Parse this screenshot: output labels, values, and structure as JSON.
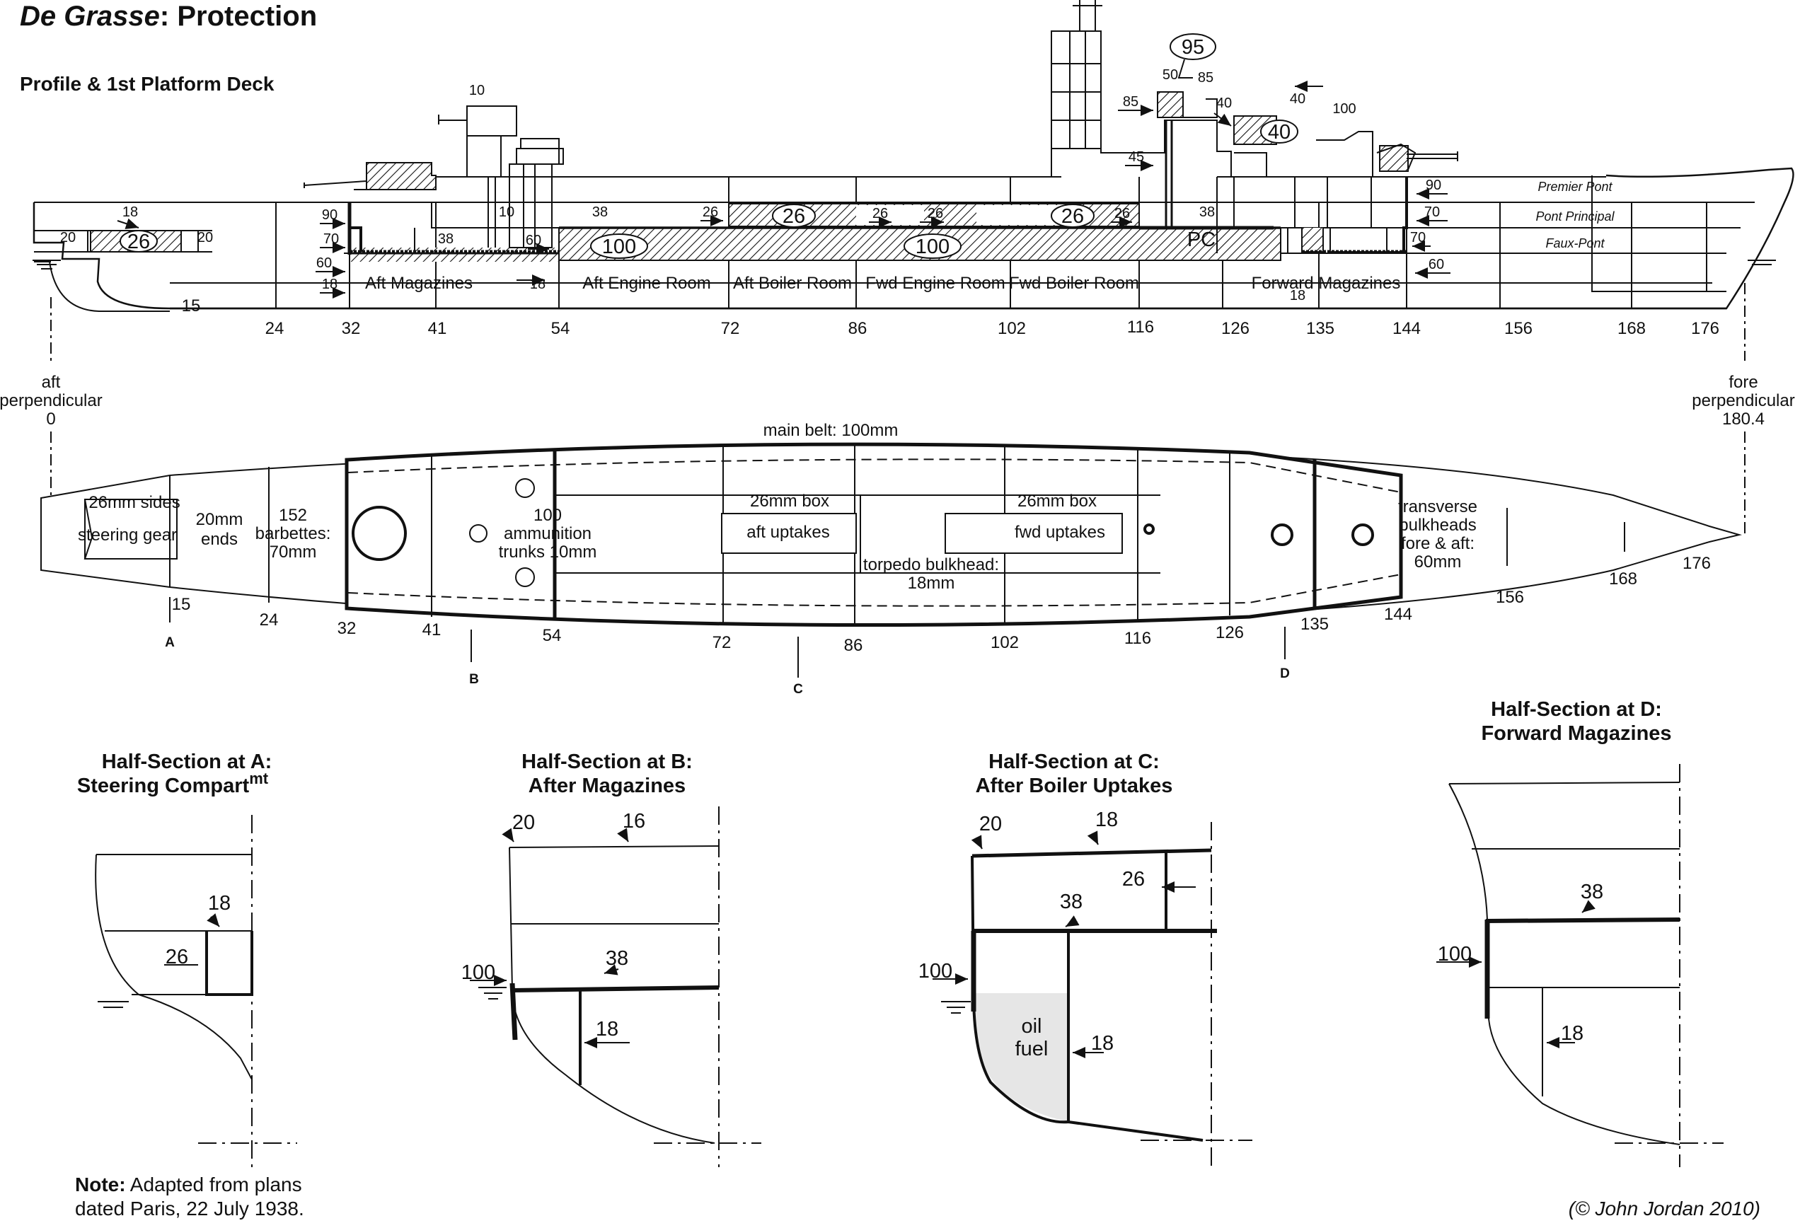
{
  "title": {
    "ship": "De Grasse",
    "sep": ":",
    "rest": " Protection"
  },
  "profile_label": "Profile & 1st Platform Deck",
  "decks": [
    "Premier Pont",
    "Pont Principal",
    "Faux-Pont"
  ],
  "compartments": [
    "Aft Magazines",
    "Aft Engine Room",
    "Aft Boiler Room",
    "Fwd Engine Room",
    "Fwd Boiler Room",
    "Forward Magazines"
  ],
  "profile_frames": [
    "24",
    "32",
    "41",
    "54",
    "72",
    "86",
    "102",
    "116",
    "126",
    "135",
    "144",
    "156",
    "168",
    "176"
  ],
  "profile_stern_frame": "15",
  "profile_thick": {
    "aft_deck_18": "18",
    "aft_deck_26": "26",
    "aft_deck_20a": "20",
    "aft_deck_20b": "20",
    "b90": "90",
    "b70": "70",
    "b60": "60",
    "b18": "18",
    "t10a": "10",
    "t10b": "10",
    "d38a": "38",
    "d60": "60",
    "d18": "18",
    "d38b": "38",
    "d26a": "26",
    "c26a": "26",
    "d26b": "26",
    "d26c": "26",
    "c26b": "26",
    "d26d": "26",
    "c100a": "100",
    "c100b": "100",
    "ct95": "95",
    "ct50": "50",
    "ct85a": "85",
    "ct85b": "85",
    "ct45": "45",
    "ct40a": "40",
    "ct40b": "40",
    "ct100": "100",
    "c40": "40",
    "f38": "38",
    "pc": "PC",
    "f90": "90",
    "f70a": "70",
    "f70b": "70",
    "f60": "60",
    "f18": "18"
  },
  "perp": {
    "aft_l1": "aft",
    "aft_l2": "perpendicular",
    "aft_v": "0",
    "fore_l1": "fore",
    "fore_l2": "perpendicular",
    "fore_v": "180.4"
  },
  "plan": {
    "main_belt": "main belt: 100mm",
    "sides_26": "26mm sides",
    "steering": "steering gear",
    "ends_l1": "20mm",
    "ends_l2": "ends",
    "barb_l1": "152",
    "barb_l2": "barbettes:",
    "barb_l3": "70mm",
    "ammo_l1": "100",
    "ammo_l2": "ammunition",
    "ammo_l3": "trunks 10mm",
    "box_a": "26mm box",
    "aft_up": "aft uptakes",
    "box_f": "26mm box",
    "fwd_up": "fwd uptakes",
    "torp_l1": "torpedo bulkhead:",
    "torp_l2": "18mm",
    "trans_l1": "transverse",
    "trans_l2": "bulkheads",
    "trans_l3": "fore & aft:",
    "trans_l4": "60mm",
    "frames": [
      "15",
      "24",
      "32",
      "41",
      "54",
      "72",
      "86",
      "102",
      "116",
      "126",
      "135",
      "144",
      "156",
      "168",
      "176"
    ],
    "sections": [
      "A",
      "B",
      "C",
      "D"
    ]
  },
  "half_sections": {
    "a": {
      "t1": "Half-Section at A:",
      "t2": "Steering Compart",
      "sup": "mt",
      "v18": "18",
      "v26": "26"
    },
    "b": {
      "t1": "Half-Section at B:",
      "t2": "After Magazines",
      "v20": "20",
      "v16": "16",
      "v38": "38",
      "v100": "100",
      "v18": "18"
    },
    "c": {
      "t1": "Half-Section at C:",
      "t2": "After Boiler Uptakes",
      "v20": "20",
      "v18a": "18",
      "v26": "26",
      "v38": "38",
      "v100": "100",
      "fuel1": "oil",
      "fuel2": "fuel",
      "v18b": "18"
    },
    "d": {
      "t1": "Half-Section at D:",
      "t2": "Forward Magazines",
      "v38": "38",
      "v100": "100",
      "v18": "18"
    }
  },
  "note": {
    "bold": "Note:",
    "l1": " Adapted from plans",
    "l2": "dated Paris, 22 July 1938."
  },
  "copyright": "(© John Jordan 2010)"
}
